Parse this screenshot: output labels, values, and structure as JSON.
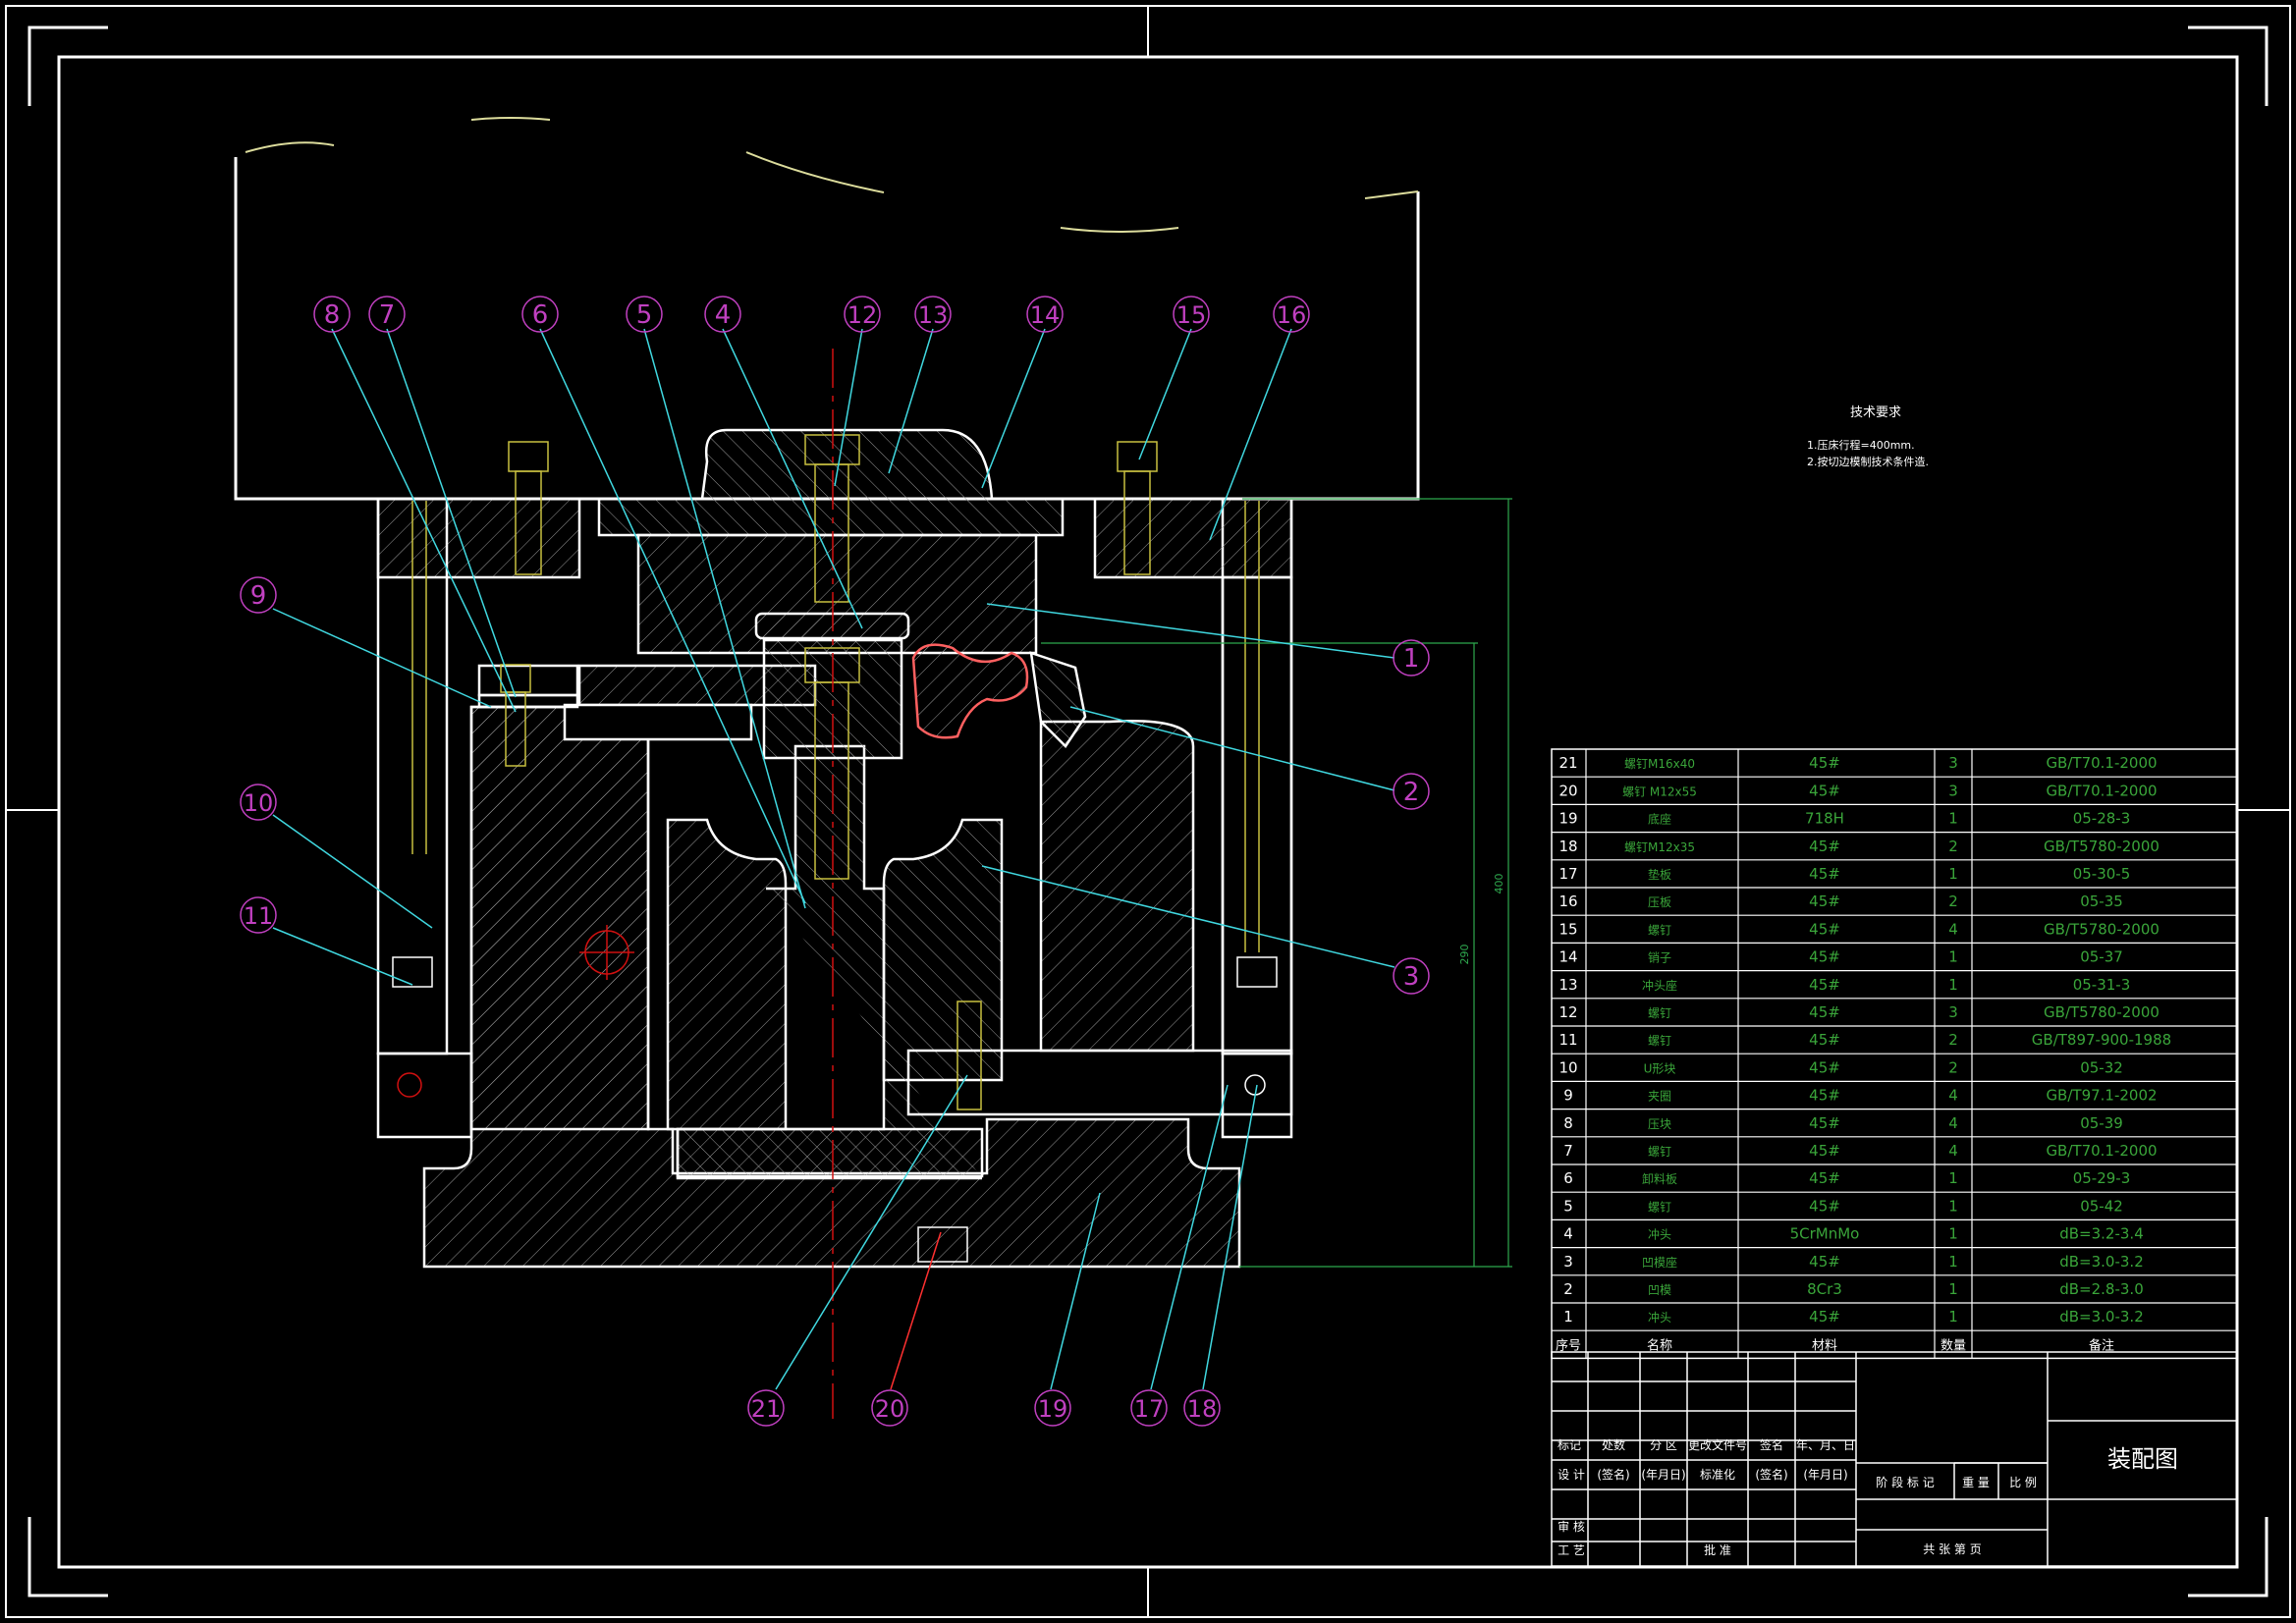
{
  "title_block": {
    "drawing_title": "装配图",
    "header": [
      "序号",
      "名称",
      "材料",
      "数量",
      "备注"
    ],
    "row_labels": {
      "mark": "标记",
      "count": "处数",
      "zone": "分 区",
      "doc": "更改文件号",
      "sign": "签名",
      "date": "年、月、日",
      "design": "设 计",
      "sign_paren": "(签名)",
      "date_paren": "(年月日)",
      "standard": "标准化",
      "sign_paren2": "(签名)",
      "date_paren2": "(年月日)",
      "stage": "阶 段 标 记",
      "weight": "重 量",
      "scale": "比 例",
      "review": "审 核",
      "process": "工 艺",
      "approve": "批 准",
      "sheets": "共   张   第   页"
    }
  },
  "tech_requirements": {
    "heading": "技术要求",
    "items": [
      "1.压床行程=400mm.",
      "2.按切边模制技术条件造."
    ]
  },
  "dimensions": {
    "d400": "400",
    "d290": "290"
  },
  "bom": [
    {
      "no": "21",
      "name": "螺钉M16x40",
      "material": "45#",
      "qty": "3",
      "remark": "GB/T70.1-2000"
    },
    {
      "no": "20",
      "name": "螺钉 M12x55",
      "material": "45#",
      "qty": "3",
      "remark": "GB/T70.1-2000"
    },
    {
      "no": "19",
      "name": "底座",
      "material": "718H",
      "qty": "1",
      "remark": "05-28-3"
    },
    {
      "no": "18",
      "name": "螺钉M12x35",
      "material": "45#",
      "qty": "2",
      "remark": "GB/T5780-2000"
    },
    {
      "no": "17",
      "name": "垫板",
      "material": "45#",
      "qty": "1",
      "remark": "05-30-5"
    },
    {
      "no": "16",
      "name": "压板",
      "material": "45#",
      "qty": "2",
      "remark": "05-35"
    },
    {
      "no": "15",
      "name": "螺钉",
      "material": "45#",
      "qty": "4",
      "remark": "GB/T5780-2000"
    },
    {
      "no": "14",
      "name": "销子",
      "material": "45#",
      "qty": "1",
      "remark": "05-37"
    },
    {
      "no": "13",
      "name": "冲头座",
      "material": "45#",
      "qty": "1",
      "remark": "05-31-3"
    },
    {
      "no": "12",
      "name": "螺钉",
      "material": "45#",
      "qty": "3",
      "remark": "GB/T5780-2000"
    },
    {
      "no": "11",
      "name": "螺钉",
      "material": "45#",
      "qty": "2",
      "remark": "GB/T897-900-1988"
    },
    {
      "no": "10",
      "name": "U形块",
      "material": "45#",
      "qty": "2",
      "remark": "05-32"
    },
    {
      "no": "9",
      "name": "夹圈",
      "material": "45#",
      "qty": "4",
      "remark": "GB/T97.1-2002"
    },
    {
      "no": "8",
      "name": "压块",
      "material": "45#",
      "qty": "4",
      "remark": "05-39"
    },
    {
      "no": "7",
      "name": "螺钉",
      "material": "45#",
      "qty": "4",
      "remark": "GB/T70.1-2000"
    },
    {
      "no": "6",
      "name": "卸料板",
      "material": "45#",
      "qty": "1",
      "remark": "05-29-3"
    },
    {
      "no": "5",
      "name": "螺钉",
      "material": "45#",
      "qty": "1",
      "remark": "05-42"
    },
    {
      "no": "4",
      "name": "冲头",
      "material": "5CrMnMo",
      "qty": "1",
      "remark": "dB=3.2-3.4"
    },
    {
      "no": "3",
      "name": "凹模座",
      "material": "45#",
      "qty": "1",
      "remark": "dB=3.0-3.2"
    },
    {
      "no": "2",
      "name": "凹模",
      "material": "8Cr3",
      "qty": "1",
      "remark": "dB=2.8-3.0"
    },
    {
      "no": "1",
      "name": "冲头",
      "material": "45#",
      "qty": "1",
      "remark": "dB=3.0-3.2"
    }
  ],
  "balloons": [
    {
      "label": "8"
    },
    {
      "label": "7"
    },
    {
      "label": "6"
    },
    {
      "label": "5"
    },
    {
      "label": "4"
    },
    {
      "label": "12"
    },
    {
      "label": "13"
    },
    {
      "label": "14"
    },
    {
      "label": "15"
    },
    {
      "label": "16"
    },
    {
      "label": "9"
    },
    {
      "label": "10"
    },
    {
      "label": "11"
    },
    {
      "label": "1"
    },
    {
      "label": "2"
    },
    {
      "label": "3"
    },
    {
      "label": "21"
    },
    {
      "label": "20"
    },
    {
      "label": "19"
    },
    {
      "label": "17"
    },
    {
      "label": "18"
    }
  ],
  "colors": {
    "background": "#000000",
    "outline": "#ffffff",
    "balloon": "#c040c0",
    "leader": "#40d8e0",
    "bom_text": "#3aa53a",
    "centerline": "#d01010",
    "dimension": "#2ea84e",
    "bolt": "#c8c040"
  }
}
